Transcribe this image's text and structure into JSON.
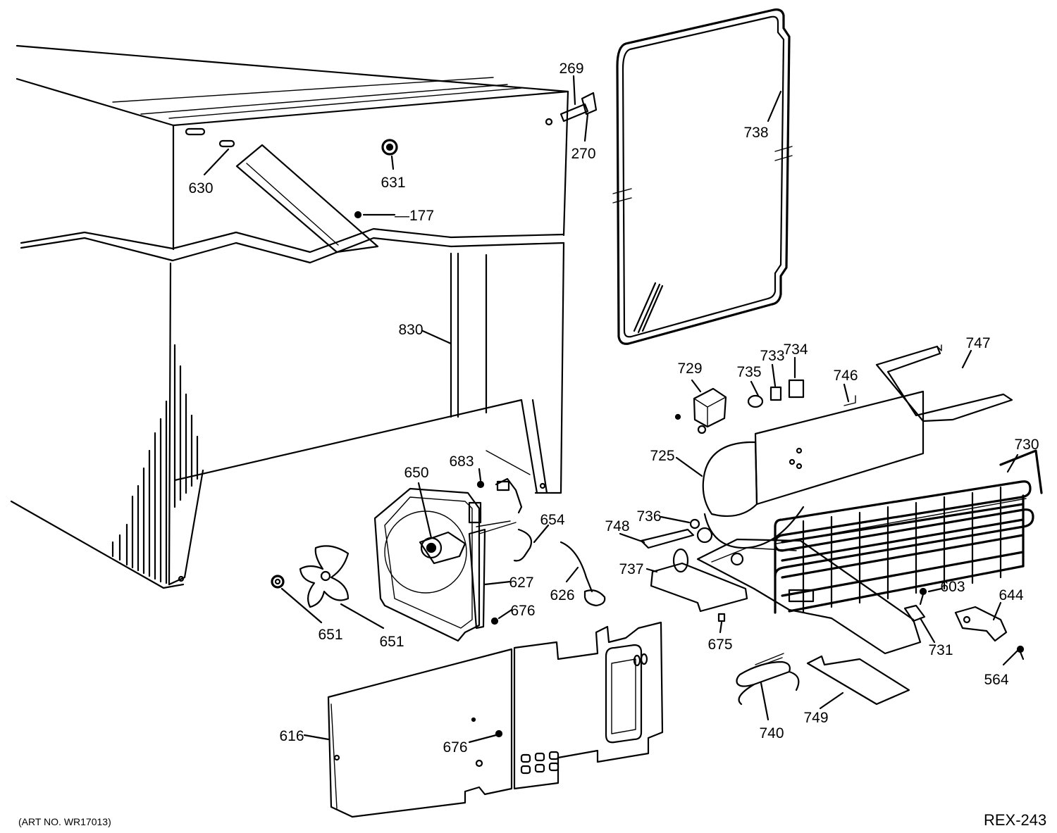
{
  "parts": {
    "p269": "269",
    "p270": "270",
    "p738": "738",
    "p630": "630",
    "p631": "631",
    "p177": "177",
    "p830": "830",
    "p729": "729",
    "p735": "735",
    "p733": "733",
    "p734": "734",
    "p746": "746",
    "p747": "747",
    "p725": "725",
    "p730": "730",
    "p736": "736",
    "p748": "748",
    "p737": "737",
    "p603": "603",
    "p644": "644",
    "p731": "731",
    "p564": "564",
    "p675": "675",
    "p740": "740",
    "p749": "749",
    "p650": "650",
    "p683": "683",
    "p654": "654",
    "p627": "627",
    "p626": "626",
    "p676a": "676",
    "p676b": "676",
    "p651a": "651",
    "p651b": "651",
    "p616": "616"
  },
  "footer": {
    "art_no": "(ART NO. WR17013)",
    "code": "REX-243"
  }
}
